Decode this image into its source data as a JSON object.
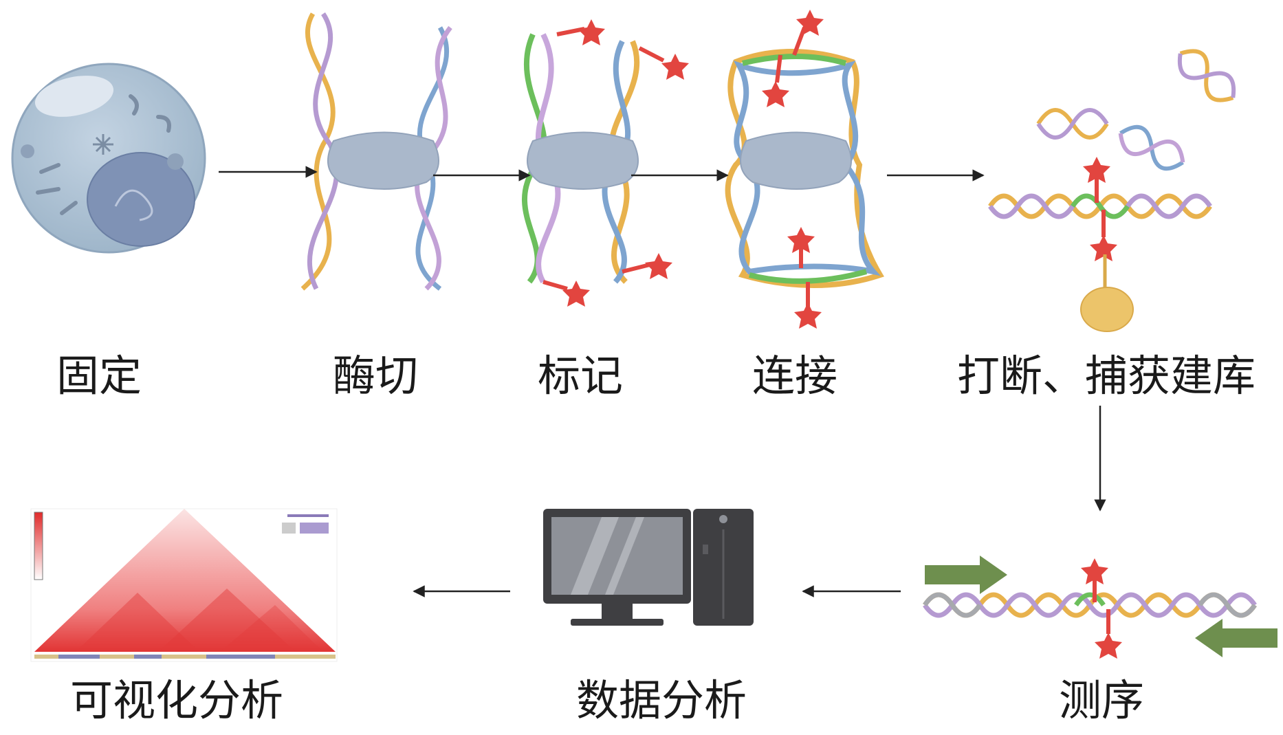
{
  "steps": {
    "fix": "固定",
    "digest": "酶切",
    "label": "标记",
    "ligate": "连接",
    "shear_capture": "打断、捕获建库",
    "sequencing": "测序",
    "analysis": "数据分析",
    "visualization": "可视化分析"
  },
  "colors": {
    "cell": "#a9bfd2",
    "nucleus": "#8093b6",
    "protein": "#aab8cb",
    "biotin": "#e2453f",
    "bead": "#ecc46a",
    "primer": "#6e8f4e",
    "heatmap": "#e23a3a",
    "arrow": "#222222"
  },
  "flow": [
    "fix",
    "digest",
    "label",
    "ligate",
    "shear_capture",
    "sequencing",
    "analysis",
    "visualization"
  ]
}
